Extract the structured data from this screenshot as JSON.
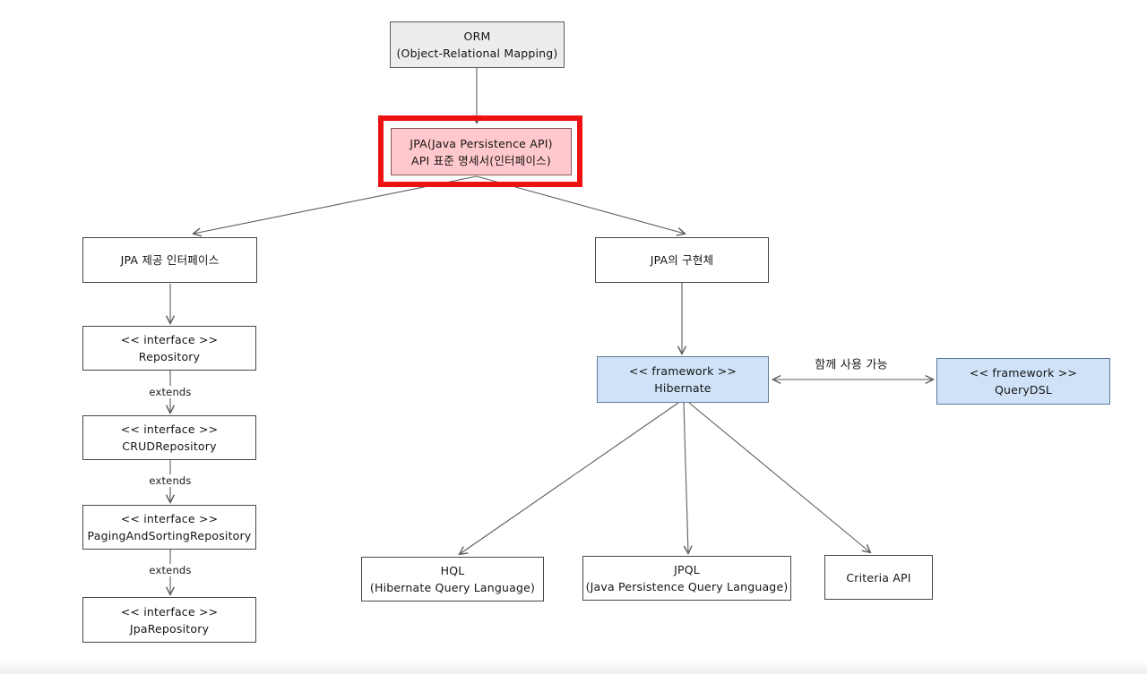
{
  "diagram": {
    "title": "ORM / JPA architecture diagram",
    "nodes": {
      "orm": {
        "line1": "ORM",
        "line2": "(Object-Relational Mapping)"
      },
      "jpa_spec": {
        "line1": "JPA(Java Persistence API)",
        "line2": "API 표준 명세서(인터페이스)"
      },
      "jpa_interfaces": {
        "line1": "JPA 제공 인터페이스"
      },
      "jpa_impl": {
        "line1": "JPA의 구현체"
      },
      "repository": {
        "line1": "<< interface >>",
        "line2": "Repository"
      },
      "crud_repository": {
        "line1": "<< interface >>",
        "line2": "CRUDRepository"
      },
      "paging_repository": {
        "line1": "<< interface >>",
        "line2": "PagingAndSortingRepository"
      },
      "jpa_repository": {
        "line1": "<< interface >>",
        "line2": "JpaRepository"
      },
      "hibernate": {
        "line1": "<< framework >>",
        "line2": "Hibernate"
      },
      "querydsl": {
        "line1": "<< framework >>",
        "line2": "QueryDSL"
      },
      "hql": {
        "line1": "HQL",
        "line2": "(Hibernate Query Language)"
      },
      "jpql": {
        "line1": "JPQL",
        "line2": "(Java Persistence Query Language)"
      },
      "criteria_api": {
        "line1": "Criteria API"
      }
    },
    "edge_labels": {
      "extends1": "extends",
      "extends2": "extends",
      "extends3": "extends",
      "together": "함께 사용 가능"
    },
    "colors": {
      "highlight_red": "#ee1111",
      "pink_fill": "#ffc8cd",
      "blue_fill": "#cfe2f7",
      "gray_fill": "#ededed",
      "line": "#5e5e5e",
      "border": "#474747"
    }
  }
}
